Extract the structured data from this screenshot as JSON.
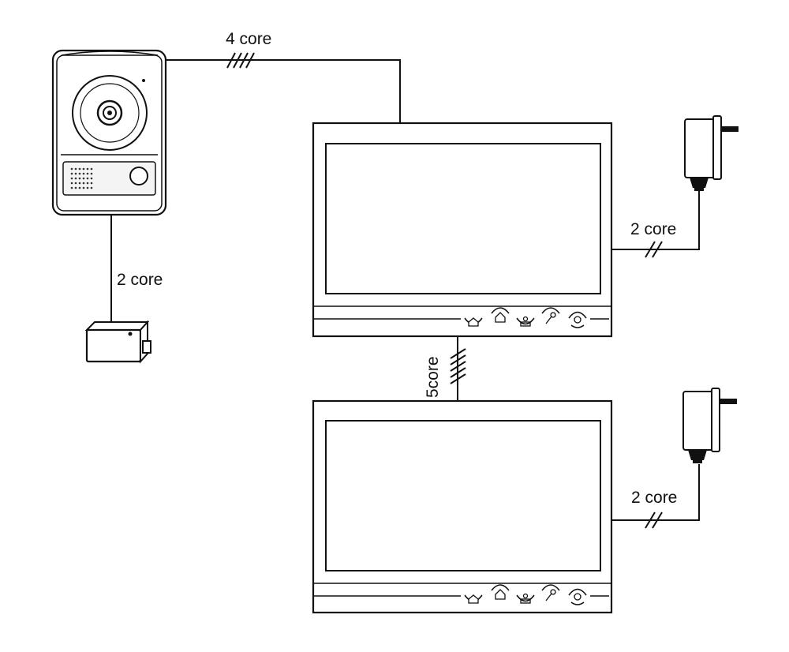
{
  "wiring": {
    "doorbell_to_monitor": "4 core",
    "doorbell_to_lock": "2 core",
    "monitor1_to_adapter": "2 core",
    "monitor_to_monitor": "5core",
    "monitor2_to_adapter": "2 core"
  },
  "icons": {
    "monitor_buttons": [
      "home-icon",
      "door-icon",
      "intercom-icon",
      "key-icon",
      "camera-icon"
    ]
  }
}
